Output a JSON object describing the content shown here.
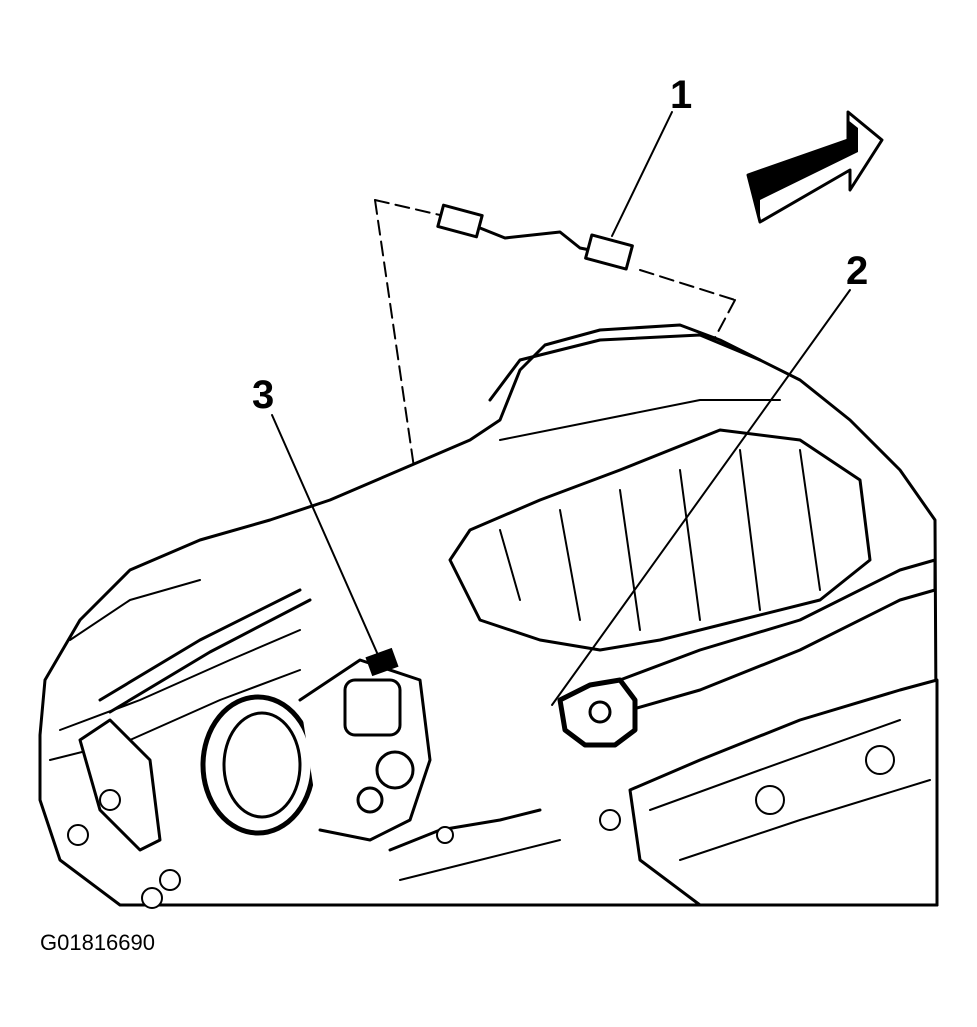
{
  "callouts": [
    {
      "label": "1"
    },
    {
      "label": "2"
    },
    {
      "label": "3"
    }
  ],
  "figure_code": "G01816690",
  "icons": {
    "direction_arrow": "front-direction-arrow-icon"
  }
}
